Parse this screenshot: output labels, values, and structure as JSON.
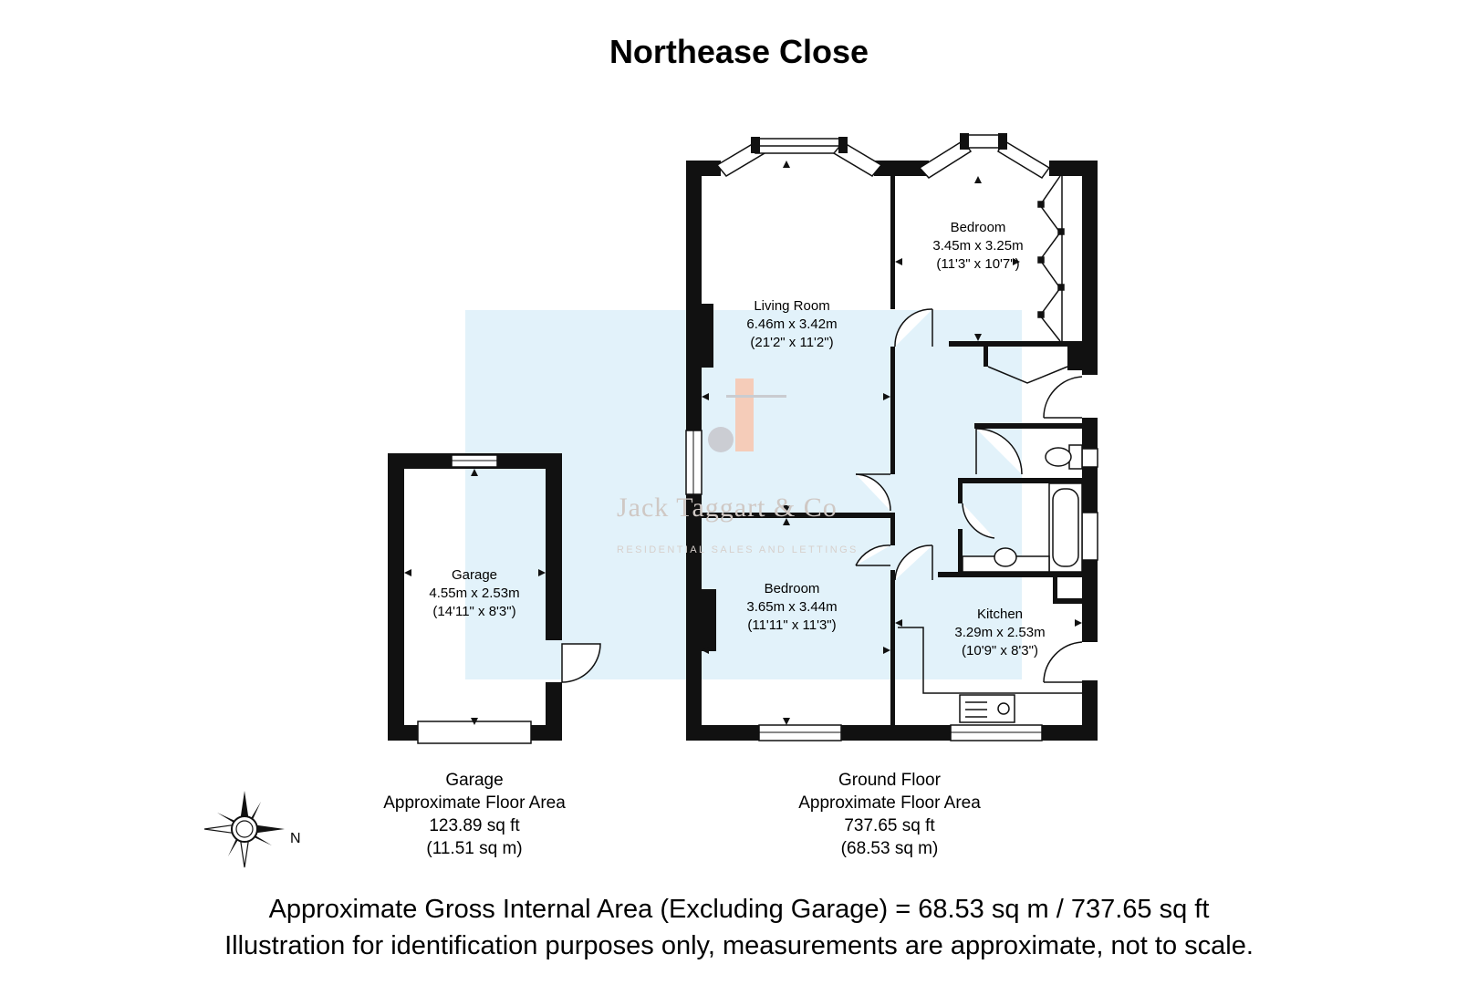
{
  "title": "Northease Close",
  "rooms": {
    "living": {
      "name": "Living Room",
      "dims": "6.46m x 3.42m",
      "imperial": "(21'2\" x 11'2\")"
    },
    "bedroom1": {
      "name": "Bedroom",
      "dims": "3.45m x 3.25m",
      "imperial": "(11'3\" x 10'7\")"
    },
    "bedroom2": {
      "name": "Bedroom",
      "dims": "3.65m x 3.44m",
      "imperial": "(11'11\" x 11'3\")"
    },
    "kitchen": {
      "name": "Kitchen",
      "dims": "3.29m x 2.53m",
      "imperial": "(10'9\" x 8'3\")"
    },
    "garage": {
      "name": "Garage",
      "dims": "4.55m x 2.53m",
      "imperial": "(14'11\" x 8'3\")"
    }
  },
  "areas": {
    "garage": {
      "name": "Garage",
      "label": "Approximate Floor Area",
      "sqft": "123.89 sq ft",
      "sqm": "(11.51 sq m)"
    },
    "ground": {
      "name": "Ground Floor",
      "label": "Approximate Floor Area",
      "sqft": "737.65 sq ft",
      "sqm": "(68.53 sq m)"
    }
  },
  "watermark": {
    "name": "Jack Taggart & Co",
    "tagline": "RESIDENTIAL SALES AND LETTINGS"
  },
  "compass": {
    "label": "N"
  },
  "footer": {
    "line1": "Approximate Gross Internal Area (Excluding Garage) = 68.53 sq m / 737.65 sq ft",
    "line2": "Illustration for identification purposes only, measurements are approximate, not to scale."
  },
  "colors": {
    "wall": "#111111",
    "overlay": "#d9f0fa",
    "logo_peach": "#f7c3ad",
    "logo_grey": "#c9c9cf"
  }
}
